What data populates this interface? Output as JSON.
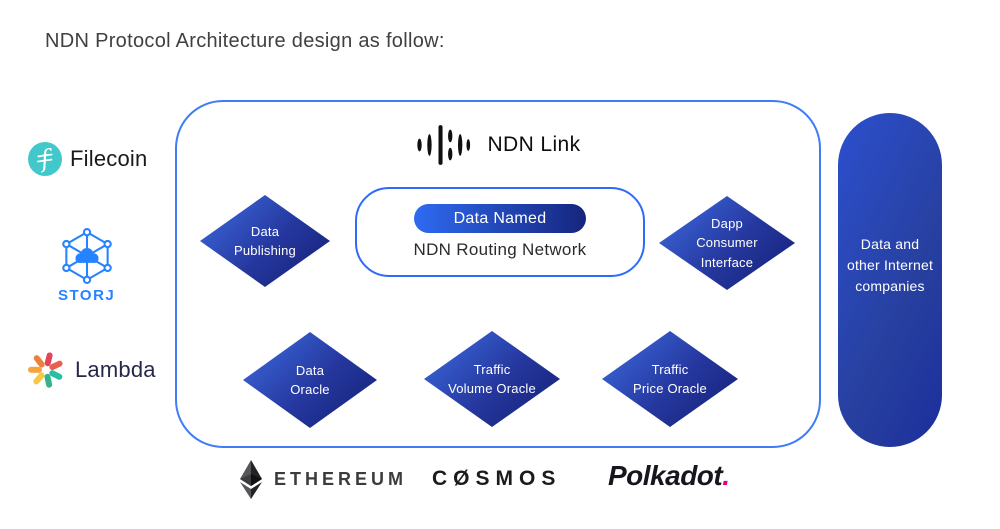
{
  "page": {
    "title": "NDN Protocol Architecture design as follow:"
  },
  "left_partners": {
    "filecoin": {
      "label": "Filecoin",
      "icon": "filecoin-icon",
      "brand_color": "#42C8CA"
    },
    "storj": {
      "label": "STORJ",
      "icon": "storj-network-icon",
      "brand_color": "#2683FF"
    },
    "lambda": {
      "label": "Lambda",
      "icon": "lambda-pinwheel-icon"
    }
  },
  "diagram": {
    "title": "NDN Link",
    "title_icon": "waveform-icon",
    "core": {
      "pill_label": "Data Named",
      "network_label": "NDN Routing Network"
    },
    "diamonds": [
      {
        "id": "data-publishing",
        "lines": [
          "Data",
          "Publishing"
        ]
      },
      {
        "id": "dapp-consumer-interface",
        "lines": [
          "Dapp",
          "Consumer",
          "Interface"
        ]
      },
      {
        "id": "data-oracle",
        "lines": [
          "Data",
          "Oracle"
        ]
      },
      {
        "id": "traffic-volume-oracle",
        "lines": [
          "Traffic",
          "Volume Oracle"
        ]
      },
      {
        "id": "traffic-price-oracle",
        "lines": [
          "Traffic",
          "Price Oracle"
        ]
      }
    ]
  },
  "capsule": {
    "lines": [
      "Data and",
      "other Internet",
      "companies"
    ]
  },
  "bottom_partners": {
    "ethereum": {
      "label": "ETHEREUM"
    },
    "cosmos": {
      "label": "CØSMOS"
    },
    "polkadot": {
      "label": "Polkadot",
      "suffix": "."
    }
  },
  "colors": {
    "container_border": "#3E7DF7",
    "inner_border": "#2F6BFA",
    "pill_gradient": [
      "#2E6BF2",
      "#16257D"
    ],
    "diamond_gradient": [
      "#3E6EE3",
      "#131F74"
    ],
    "capsule_gradient": [
      "#2C4FCE",
      "#1C2E9C"
    ],
    "storj_blue": "#2683FF",
    "filecoin_teal": "#42C8CA",
    "polkadot_pink": "#E6007A",
    "title_text": "#404040"
  }
}
